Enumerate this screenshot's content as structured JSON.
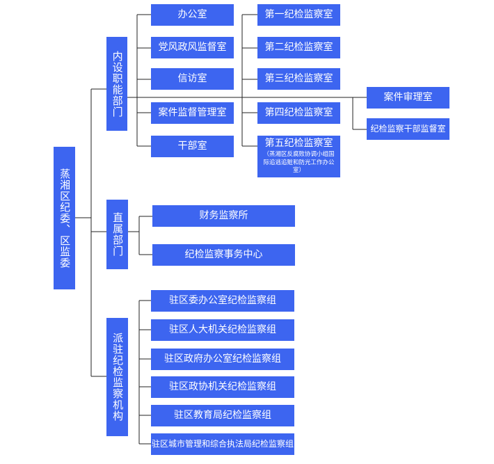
{
  "root": "蒸湘区纪委、区监委",
  "groups": {
    "internal": "内设职能部门",
    "direct": "直属部门",
    "dispatched": "派驻纪检监察机构"
  },
  "internal_left": [
    "办公室",
    "党风政风监督室",
    "信访室",
    "案件监督管理室",
    "干部室"
  ],
  "internal_right": [
    "第一纪检监察室",
    "第二纪检监察室",
    "第三纪检监察室",
    "第四纪检监察室",
    "第五纪检监察室"
  ],
  "fifth_note": "（蒸湘区反腐败协调小组国际追逃追赃和防光工作办公室）",
  "far_right": [
    "案件审理室",
    "纪检监察干部监督室"
  ],
  "direct_items": [
    "财务监察所",
    "纪检监察事务中心"
  ],
  "dispatched_items": [
    "驻区委办公室纪检监察组",
    "驻区人大机关纪检监察组",
    "驻区政府办公室纪检监察组",
    "驻区政协机关纪检监察组",
    "驻区教育局纪检监察组",
    "驻区城市管理和综合执法局纪检监察组"
  ],
  "colors": {
    "box": "#3d65f0",
    "text": "#ffffff",
    "line": "#222222"
  }
}
